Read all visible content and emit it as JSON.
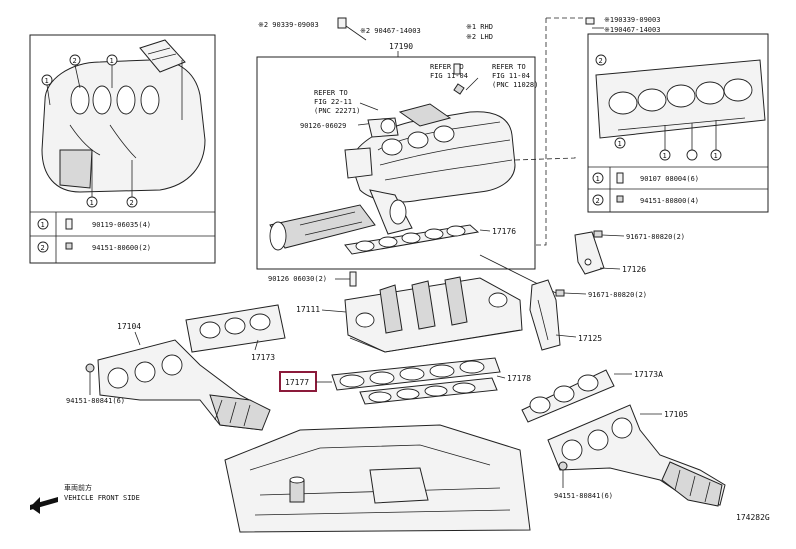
{
  "diagram_id": "174282G",
  "highlight_color": "#8b1a3a",
  "top_notes": {
    "n1": "※2 90339-09003",
    "n2": "※2 90467-14003",
    "legend1": "※1 RHD",
    "legend2": "※2 LHD",
    "right1": "※190339-09003",
    "right2": "※190467-14003"
  },
  "manifold": {
    "label": "17190",
    "refer1": [
      "REFER TO",
      "FIG 11-04"
    ],
    "refer2": [
      "REFER TO",
      "FIG 11-04",
      "(PNC 11028)"
    ],
    "refer3": [
      "REFER TO",
      "FIG 22-11",
      "(PNC 22271)"
    ],
    "bolt": "90126-06029",
    "gasket": "17176"
  },
  "left_box": {
    "c1": "1",
    "c2": "2",
    "c3": "1",
    "c4": "1",
    "c5": "2",
    "row1_num": "1",
    "row1_text": "90119-06035(4)",
    "row2_num": "2",
    "row2_text": "94151-80600(2)"
  },
  "right_box": {
    "c1": "2",
    "c2": "1",
    "c3": "1",
    "c4": "1",
    "row1_num": "1",
    "row1_text": "90107 08004(6)",
    "row2_num": "2",
    "row2_text": "94151-80800(4)"
  },
  "labels": {
    "p91671_a": "91671-80820(2)",
    "p17126": "17126",
    "p91671_b": "91671-80820(2)",
    "p17125": "17125",
    "p90126": "90126 06030(2)",
    "p17111": "17111",
    "p17104": "17104",
    "p17173": "17173",
    "p17177": "17177",
    "p17178": "17178",
    "p17173A": "17173A",
    "p17105": "17105",
    "p94151_l": "94151-80841(6)",
    "p94151_r": "94151-80841(6)"
  },
  "front": {
    "jp": "車両前方",
    "en": "VEHICLE FRONT SIDE"
  }
}
